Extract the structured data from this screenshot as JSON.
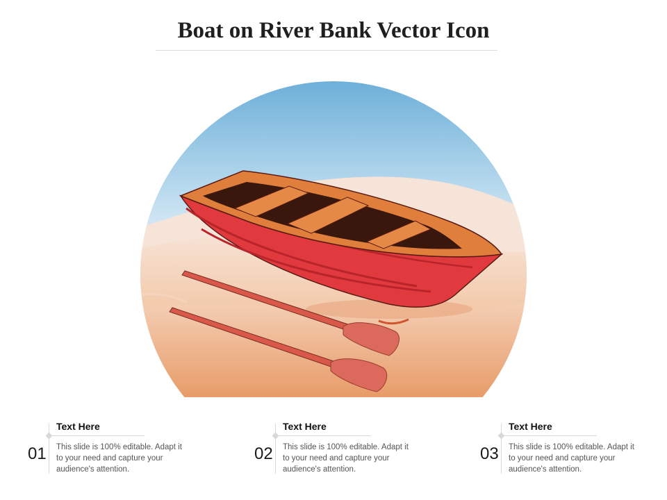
{
  "title": "Boat on River Bank Vector Icon",
  "items": [
    {
      "num": "01",
      "heading": "Text Here",
      "text": "This slide is 100% editable. Adapt it to your need and capture your audience's attention."
    },
    {
      "num": "02",
      "heading": "Text Here",
      "text": "This slide is 100% editable. Adapt it to your need and capture your audience's attention."
    },
    {
      "num": "03",
      "heading": "Text Here",
      "text": "This slide is 100% editable. Adapt it to your need and capture your audience's attention."
    }
  ],
  "colors": {
    "sky_top": "#6aaed8",
    "sand_light": "#f6dfd1",
    "sand_dark": "#e08a52",
    "boat_hull": "#e03a3f",
    "boat_rim": "#e07f3c",
    "boat_inside": "#3a170c",
    "oar": "#dc6a5c"
  }
}
